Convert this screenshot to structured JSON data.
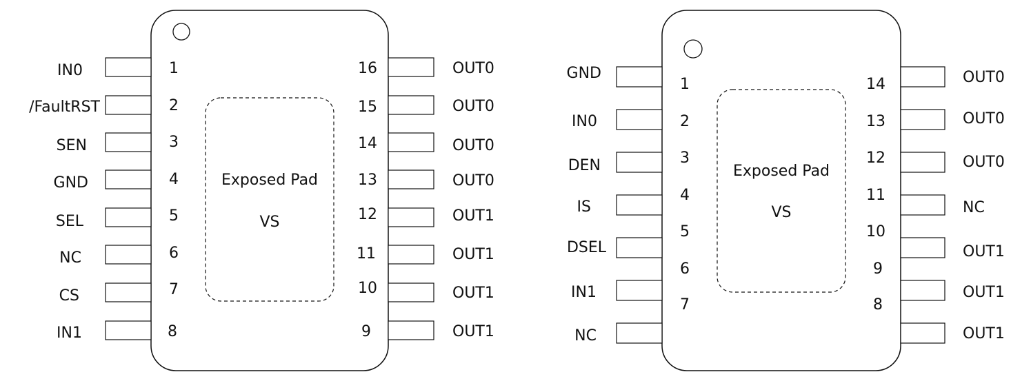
{
  "packages": [
    {
      "pad_label": "Exposed Pad",
      "pad_net": "VS",
      "left_pins": [
        {
          "num": "1",
          "name": "IN0"
        },
        {
          "num": "2",
          "name": "/FaultRST"
        },
        {
          "num": "3",
          "name": "SEN"
        },
        {
          "num": "4",
          "name": "GND"
        },
        {
          "num": "5",
          "name": "SEL"
        },
        {
          "num": "6",
          "name": "NC"
        },
        {
          "num": "7",
          "name": "CS"
        },
        {
          "num": "8",
          "name": "IN1"
        }
      ],
      "right_pins": [
        {
          "num": "16",
          "name": "OUT0"
        },
        {
          "num": "15",
          "name": "OUT0"
        },
        {
          "num": "14",
          "name": "OUT0"
        },
        {
          "num": "13",
          "name": "OUT0"
        },
        {
          "num": "12",
          "name": "OUT1"
        },
        {
          "num": "11",
          "name": "OUT1"
        },
        {
          "num": "10",
          "name": "OUT1"
        },
        {
          "num": "9",
          "name": "OUT1"
        }
      ]
    },
    {
      "pad_label": "Exposed Pad",
      "pad_net": "VS",
      "left_pins": [
        {
          "num": "1",
          "name": "GND"
        },
        {
          "num": "2",
          "name": "IN0"
        },
        {
          "num": "3",
          "name": "DEN"
        },
        {
          "num": "4",
          "name": "IS"
        },
        {
          "num": "5",
          "name": "DSEL"
        },
        {
          "num": "6",
          "name": "IN1"
        },
        {
          "num": "7",
          "name": "NC"
        }
      ],
      "right_pins": [
        {
          "num": "14",
          "name": "OUT0"
        },
        {
          "num": "13",
          "name": "OUT0"
        },
        {
          "num": "12",
          "name": "OUT0"
        },
        {
          "num": "11",
          "name": "NC"
        },
        {
          "num": "10",
          "name": "OUT1"
        },
        {
          "num": "9",
          "name": "OUT1"
        },
        {
          "num": "8",
          "name": "OUT1"
        }
      ]
    }
  ]
}
